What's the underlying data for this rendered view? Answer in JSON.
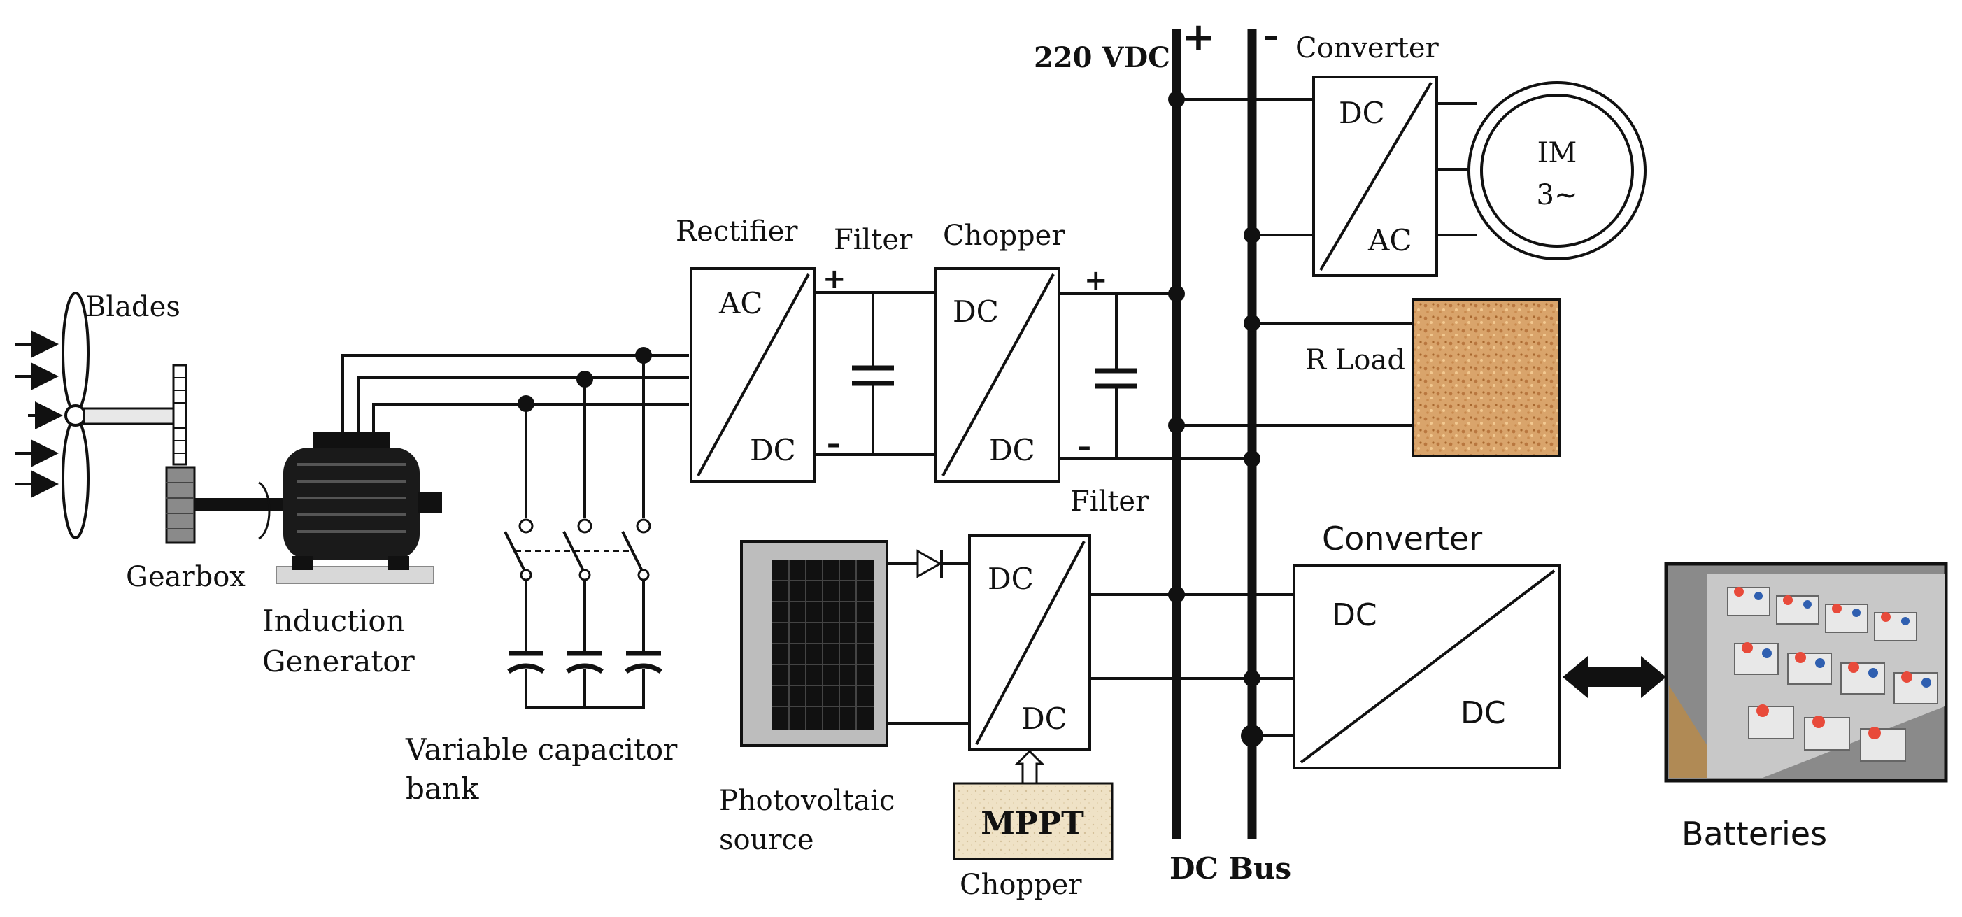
{
  "labels": {
    "blades": "Blades",
    "gearbox": "Gearbox",
    "induction_generator_1": "Induction",
    "induction_generator_2": "Generator",
    "capacitor_bank_1": "Variable capacitor",
    "capacitor_bank_2": "bank",
    "rectifier": "Rectifier",
    "filter_top": "Filter",
    "chopper_top": "Chopper",
    "filter_bottom": "Filter",
    "pv_source_1": "Photovoltaic",
    "pv_source_2": "source",
    "chopper_bottom": "Chopper",
    "mppt": "MPPT",
    "bus_voltage": "220 VDC",
    "bus_plus": "+",
    "bus_minus": "–",
    "bus_name": "DC Bus",
    "converter_motor": "Converter",
    "converter_battery": "Converter",
    "motor_line1": "IM",
    "motor_line2": "3~",
    "r_load": "R Load",
    "batteries": "Batteries",
    "filter_plus_top": "+",
    "filter_minus_top": "–",
    "filter_plus_bottom": "+",
    "filter_minus_bottom": "–"
  },
  "blocks": {
    "rectifier": {
      "in": "AC",
      "out": "DC"
    },
    "chopper": {
      "in": "DC",
      "out": "DC"
    },
    "pv_chopper": {
      "in": "DC",
      "out": "DC"
    },
    "motor_converter": {
      "in": "DC",
      "out": "AC"
    },
    "battery_converter": {
      "in": "DC",
      "out": "DC"
    }
  },
  "colors": {
    "line": "#111111",
    "r_load_fill": "#d9a46b",
    "mppt_fill": "#efe2c6",
    "pv_panel": "#1a1a1a",
    "battery_bg": "#8a8a8a",
    "battery_terminal": "#e84a3a"
  }
}
